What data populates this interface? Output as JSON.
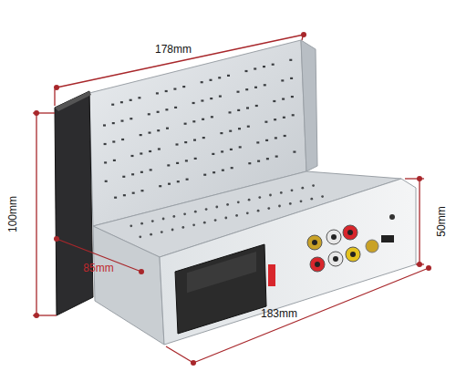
{
  "diagram": {
    "labels": [
      "178mm",
      "100mm",
      "85mm",
      "50mm",
      "183mm"
    ]
  }
}
